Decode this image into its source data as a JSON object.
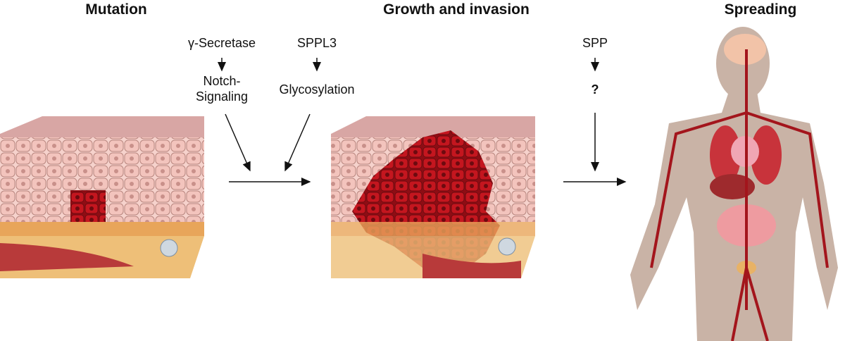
{
  "titles": {
    "mutation": "Mutation",
    "growth": "Growth and invasion",
    "spreading": "Spreading"
  },
  "pathways": {
    "gamma_secretase": "γ-Secretase",
    "notch_1": "Notch-",
    "notch_2": "Signaling",
    "sppl3": "SPPL3",
    "glycosylation": "Glycosylation",
    "spp": "SPP",
    "unknown": "?"
  },
  "colors": {
    "tissue": "#f3c9c4",
    "tumor": "#b5121b",
    "stroma": "#e8a55a",
    "body": "#c9b3a6",
    "vessel": "#a3151c"
  }
}
